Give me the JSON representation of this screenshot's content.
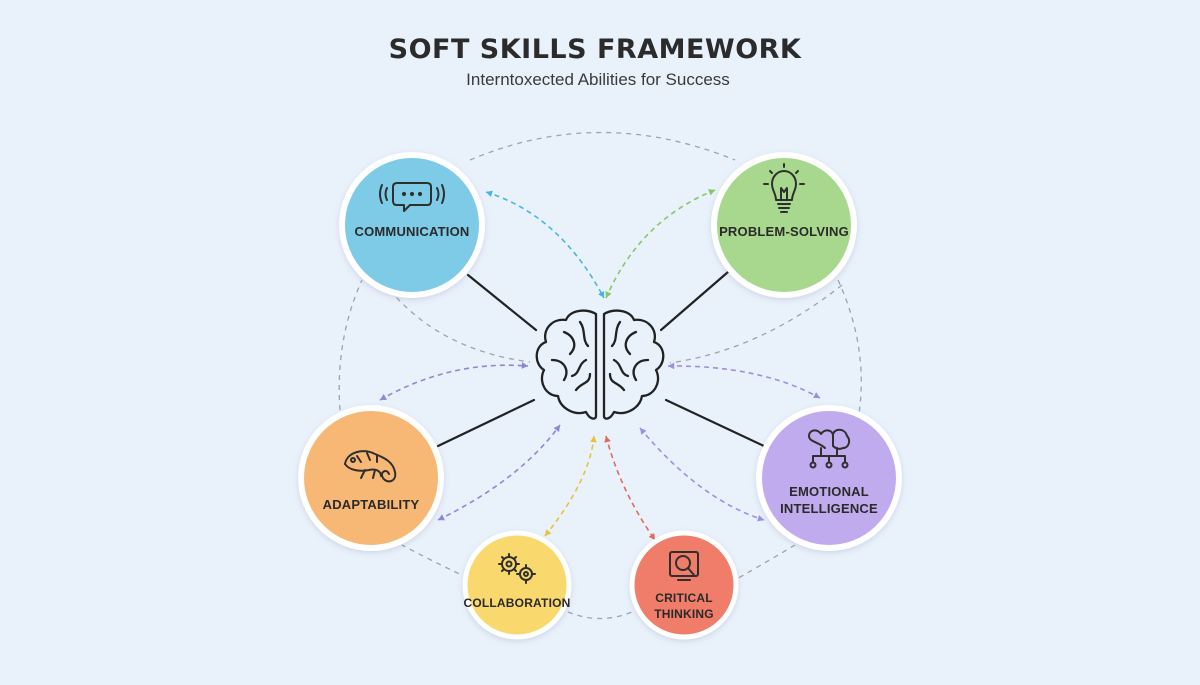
{
  "title": "SOFT SKILLS FRAMEWORK",
  "subtitle": "Interntoxected Abilities for Success",
  "colors": {
    "background": "#e9f1fb",
    "communication": "#7ecbe8",
    "problem_solving": "#a8d88e",
    "adaptability": "#f8b874",
    "emotional_intelligence": "#c0abee",
    "collaboration": "#f9d86e",
    "critical_thinking": "#ef7d6a"
  },
  "center": {
    "icon": "brain-icon"
  },
  "nodes": [
    {
      "id": "communication",
      "lines": [
        "COMMUNICATION"
      ],
      "icon": "speech-bubble-icon",
      "color": "#7ecbe8"
    },
    {
      "id": "problem-solving",
      "lines": [
        "PROBLEM-SOLVING"
      ],
      "icon": "lightbulb-icon",
      "color": "#a8d88e"
    },
    {
      "id": "adaptability",
      "lines": [
        "ADAPTABILITY"
      ],
      "icon": "chameleon-icon",
      "color": "#f8b874"
    },
    {
      "id": "emotional-intelligence",
      "lines": [
        "EMOTIONAL",
        "INTELLIGENCE"
      ],
      "icon": "heart-brain-icon",
      "color": "#c0abee"
    },
    {
      "id": "collaboration",
      "lines": [
        "COLLABORATION"
      ],
      "icon": "gears-icon",
      "color": "#f9d86e"
    },
    {
      "id": "critical-thinking",
      "lines": [
        "CRITICAL",
        "THINKING"
      ],
      "icon": "magnifier-icon",
      "color": "#ef7d6a"
    }
  ]
}
